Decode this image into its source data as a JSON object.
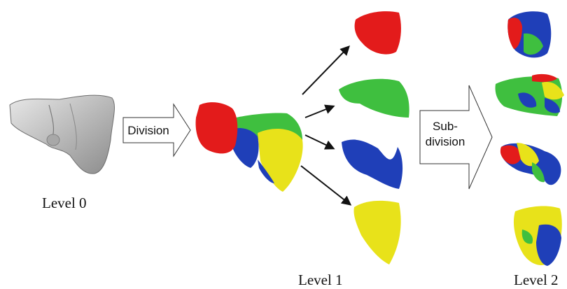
{
  "labels": {
    "level0": "Level 0",
    "level1": "Level 1",
    "level2": "Level 2"
  },
  "arrows": {
    "division": "Division",
    "subdivision_line1": "Sub-",
    "subdivision_line2": "division"
  },
  "colors": {
    "red": "#e31b1b",
    "green": "#3fbf3f",
    "blue": "#1f3fb8",
    "yellow": "#e8e21a",
    "gray": "#c9c9c9"
  }
}
